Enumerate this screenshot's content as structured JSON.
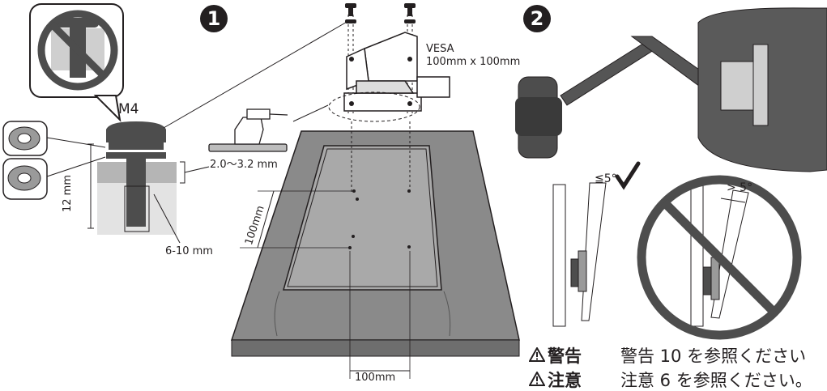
{
  "steps": {
    "step1": "1",
    "step2": "2"
  },
  "labels": {
    "screw": "M4",
    "screw_length": "12 mm",
    "depth": "6-10 mm",
    "thickness": "2.0〜3.2 mm",
    "vesa": "VESA",
    "vesa_size": "100mm x 100mm",
    "hole_v": "100mm",
    "hole_h": "100mm",
    "tilt_ok": "≦5°",
    "tilt_bad": "> 5°"
  },
  "notes": {
    "warning_head": "警告",
    "warning_text": "警告 10 を参照ください",
    "caution_head": "注意",
    "caution_text": "注意 6 を参照ください。"
  },
  "icons": [
    "no-sign-icon",
    "check-icon",
    "warning-triangle-icon",
    "spring-washer-icon",
    "flat-washer-icon"
  ],
  "colors": {
    "line": "#231f20",
    "panel": "#8a8a8a",
    "panel_dark": "#6e6e6e",
    "panel_light": "#a9a9a9",
    "prohibit": "#4d4d4d"
  }
}
